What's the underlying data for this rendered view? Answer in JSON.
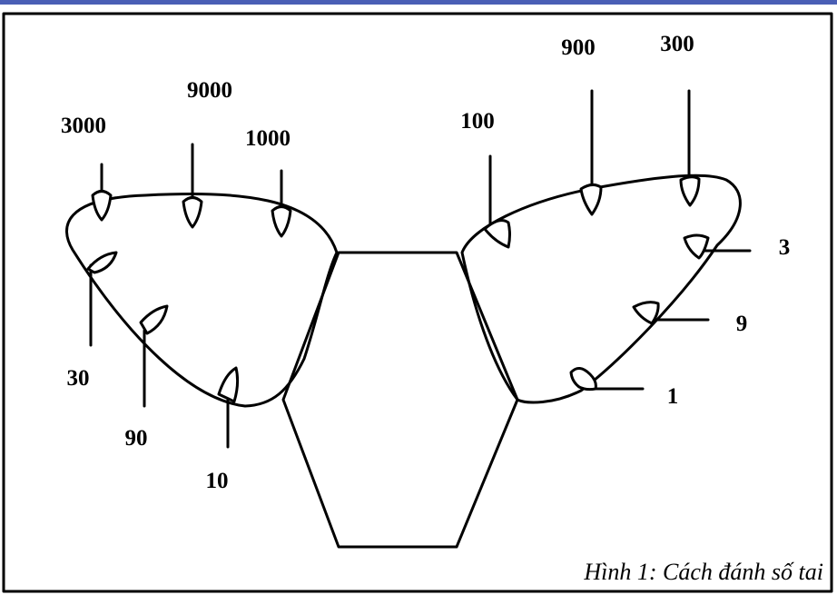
{
  "colors": {
    "top_bar": "#4a5fb5",
    "frame": "#000000",
    "ink": "#000000",
    "background": "#ffffff"
  },
  "left_ear": {
    "top": [
      "3000",
      "9000",
      "1000"
    ],
    "bottom": [
      "30",
      "90",
      "10"
    ]
  },
  "right_ear": {
    "top": [
      "100",
      "900",
      "300"
    ],
    "side": [
      "3",
      "9",
      "1"
    ]
  },
  "caption": "Hình 1: Cách đánh số tai"
}
